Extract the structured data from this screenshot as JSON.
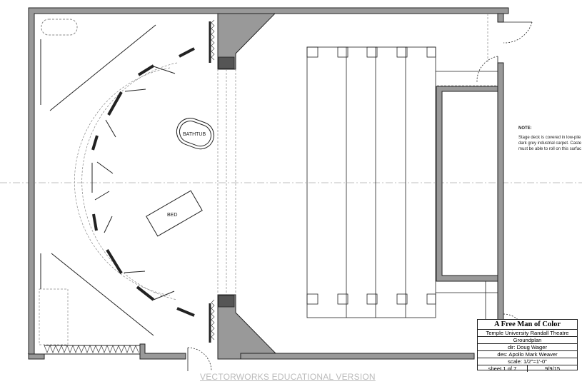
{
  "plan": {
    "bathtub_label": "BATHTUB",
    "bed_label": "BED"
  },
  "note": {
    "heading": "NOTE:",
    "lines": [
      "Stage deck is covered in low-pile",
      "dark grey industrial carpet.  Caste",
      "must be able to roll on this surfac"
    ]
  },
  "title_block": {
    "title": "A Free Man of Color",
    "venue": "Temple University Randall Theatre",
    "drawing": "Groundplan",
    "director": "dir:  Doug Wager",
    "designer": "des:  Apollo Mark Weaver",
    "scale": "scale:  1/2\"=1'-0\"",
    "sheet": "sheet 1 of 7",
    "date": "9/9/15"
  },
  "watermark": "VECTORWORKS EDUCATIONAL VERSION",
  "colors": {
    "wall_fill": "#999999",
    "line": "#222222",
    "dim": "#aaaaaa"
  }
}
